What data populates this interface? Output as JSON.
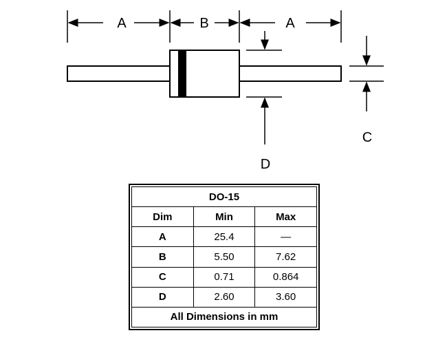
{
  "drawing": {
    "labels": {
      "a_left": "A",
      "b": "B",
      "a_right": "A",
      "c": "C",
      "d": "D"
    }
  },
  "table": {
    "title": "DO-15",
    "headers": [
      "Dim",
      "Min",
      "Max"
    ],
    "rows": [
      {
        "dim": "A",
        "min": "25.4",
        "max": "—"
      },
      {
        "dim": "B",
        "min": "5.50",
        "max": "7.62"
      },
      {
        "dim": "C",
        "min": "0.71",
        "max": "0.864"
      },
      {
        "dim": "D",
        "min": "2.60",
        "max": "3.60"
      }
    ],
    "footer": "All Dimensions in mm"
  }
}
